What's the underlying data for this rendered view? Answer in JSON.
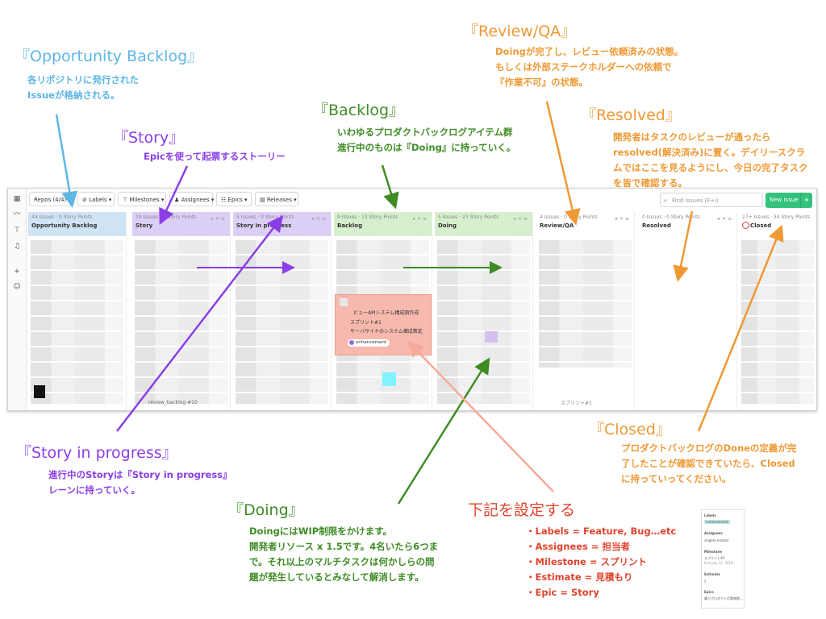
{
  "annotations": {
    "opportunity": {
      "title": "『Opportunity Backlog』",
      "lines": [
        "各リポジトリに発行された",
        "Issueが格納される。"
      ]
    },
    "story": {
      "title": "『Story』",
      "lines": [
        "Epicを使って起票するストーリー"
      ]
    },
    "backlog": {
      "title": "『Backlog』",
      "lines": [
        "いわゆるプロダクトバックログアイテム群",
        "進行中のものは『Doing』に持っていく。"
      ]
    },
    "review": {
      "title": "『Review/QA』",
      "lines": [
        "Doingが完了し、レビュー依頼済みの状態。",
        "もしくは外部ステークホルダーへの依頼で",
        "『作業不可』の状態。"
      ]
    },
    "resolved": {
      "title": "『Resolved』",
      "lines": [
        "開発者はタスクのレビューが通ったら",
        "resolved(解決済み)に置く。デイリースクラ",
        "ムではここを見るようにし、今日の完了タスク",
        "を皆で確認する。"
      ]
    },
    "story_in_progress": {
      "title": "『Story in progress』",
      "lines": [
        "進行中のStoryは『Story in progress』",
        "レーンに持っていく。"
      ]
    },
    "doing": {
      "title": "『Doing』",
      "lines": [
        "DoingにはWIP制限をかけます。",
        "開発者リソース x 1.5です。4名いたら6つま",
        "で。それ以上のマルチタスクは何かしらの問",
        "題が発生しているとみなして解消します。"
      ]
    },
    "closed": {
      "title": "『Closed』",
      "lines": [
        "プロダクトバックログのDoneの定義が完",
        "了したことが確認できていたら、Closed",
        "に持っていってください。"
      ]
    },
    "settings": {
      "title": "下記を設定する",
      "lines": [
        "・Labels = Feature, Bug…etc",
        "・Assignees = 担当者",
        "・Milestone = スプリント",
        "・Estimate = 見積もり",
        "・Epic = Story"
      ]
    }
  },
  "toolbar": {
    "repos": "Repos (4/4)",
    "labels": "Labels",
    "milestones": "Milestones",
    "assignees": "Assignees",
    "epics": "Epics",
    "releases": "Releases",
    "search_placeholder": "Find issues (F+i)",
    "new_issue": "New Issue",
    "plus": "+"
  },
  "columns": [
    {
      "meta": "44 Issues · 0 Story Points",
      "name": "Opportunity Backlog",
      "color": "#cfe3f5"
    },
    {
      "meta": "19 Issues · 0 Story Points",
      "name": "Story",
      "color": "#dccff5"
    },
    {
      "meta": "5 Issues · 0 Story Points",
      "name": "Story in progress",
      "color": "#dccff5"
    },
    {
      "meta": "9 Issues · 13 Story Points",
      "name": "Backlog",
      "color": "#d6efcc"
    },
    {
      "meta": "5 Issues · 23 Story Points",
      "name": "Doing",
      "color": "#d6efcc"
    },
    {
      "meta": "4 Issues · 0 Story Points",
      "name": "Review/QA",
      "color": "#ffffff"
    },
    {
      "meta": "0 Issues · 0 Story Points",
      "name": "Resolved",
      "color": "#ffffff"
    },
    {
      "meta": "27+ Issues · 34 Story Points",
      "name": "Closed",
      "color": "#ffffff"
    }
  ],
  "popup_card": {
    "title": "ビューAPIシステム構成図作成",
    "sprint": "スプリント#1",
    "epic": "サーバサイドのシステム構成策定",
    "label": "enhancement"
  },
  "footer_snippets": {
    "story_card": "review_backlog #10",
    "review_card": "スプリント#1"
  },
  "side_panel": {
    "labels": "Labels",
    "label_value": "enhancement",
    "assignees": "Assignees",
    "assignee_value": "shigeki-masato",
    "milestone": "Milestone",
    "milestone_value": "スプリント#1",
    "milestone_date": "Due July 31, 2018",
    "estimate": "Estimate",
    "estimate_value": "5",
    "epics": "Epics",
    "epic_value": "最小プロダクトの実装期…"
  },
  "colors": {
    "blue": "#5fb6e6",
    "purple": "#8a3ee8",
    "green": "#3f8c25",
    "orange": "#ef9935",
    "red": "#e0442d",
    "popup": "#f7b9ae"
  }
}
